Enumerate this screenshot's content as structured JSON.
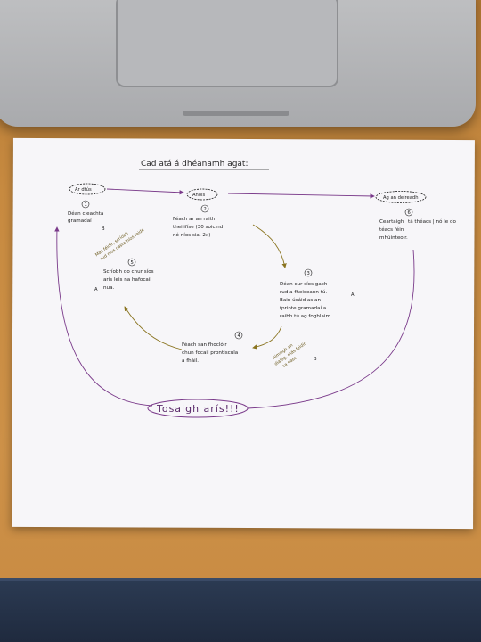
{
  "title": "Cad atá á dhéanamh agat:",
  "stages": {
    "start": "Ar dtús",
    "middle": "Anois",
    "end": "Ag an deireadh"
  },
  "steps": [
    {
      "number": "1",
      "text_lines": [
        "Déan cleachta",
        "gramadaí"
      ]
    },
    {
      "number": "2",
      "text_lines": [
        "Féach ar an raith",
        "theilifíse (30 soicind",
        "nó níos sia, 2x)"
      ]
    },
    {
      "number": "3",
      "text_lines": [
        "Déan cur síos gach",
        "rud a fheiceann tú.",
        "Bain úsáid as an",
        "fprinte gramadaí a",
        "raibh tú ag foghlaim."
      ]
    },
    {
      "number": "4",
      "text_lines": [
        "Féach san fhoclóir",
        "chun focail prontiscula",
        "a fháil."
      ]
    },
    {
      "number": "5",
      "text_lines": [
        "Scríobh do chur síos",
        "arís leis na hafocail",
        "nua."
      ]
    },
    {
      "number": "6",
      "text_lines": [
        "Ceartaigh",
        "téacs féin",
        "mhúinteoir."
      ]
    }
  ],
  "side_notes": {
    "step6_extra": "tá théacs | nó le do",
    "note_b": [
      "Más féidir, scríobh",
      "rud níos casta/níos faide"
    ],
    "note_a": [
      "Aimsigh an",
      "dialóg, más féidir",
      "sa nasc"
    ]
  },
  "markers": {
    "a": "A",
    "b": "B"
  },
  "loop_label": "Tosaigh arís!!!",
  "colors": {
    "purple": "#7a3a8a",
    "olive": "#8a7420",
    "ink": "#1b1b1b",
    "paper": "#f7f6f9",
    "desk": "#c98a3c"
  }
}
